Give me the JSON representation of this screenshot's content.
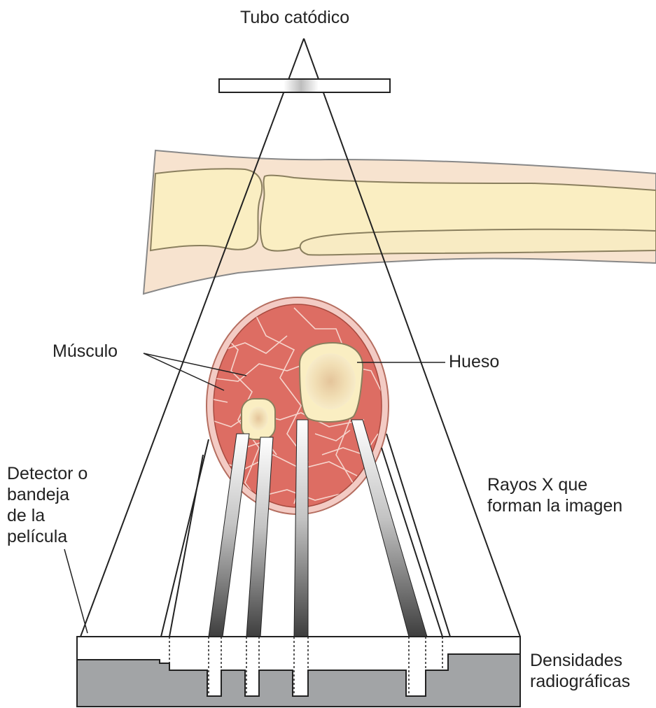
{
  "labels": {
    "tube": "Tubo catódico",
    "muscle": "Músculo",
    "bone": "Hueso",
    "detector": [
      "Detector o",
      "bandeja",
      "de la",
      "película"
    ],
    "xrays": [
      "Rayos X que",
      "forman la imagen"
    ],
    "densities": [
      "Densidades",
      "radiográficas"
    ]
  },
  "colors": {
    "skin": "#f7e3cf",
    "skin_outline": "#888888",
    "bone_fill": "#faeec2",
    "bone_outline": "#8a7f5e",
    "muscle_fill": "#dd6d63",
    "muscle_outline": "#a84a3f",
    "fat_layer": "#f3cbc4",
    "density_gray": "#a2a4a6",
    "line": "#222222"
  }
}
